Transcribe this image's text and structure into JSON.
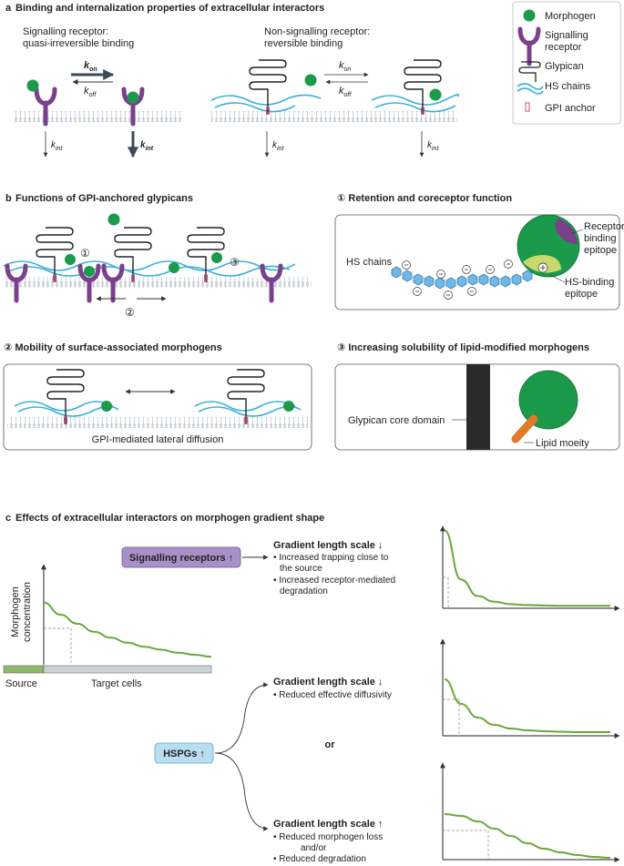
{
  "panel_a": {
    "header_letter": "a",
    "header": "Binding and internalization properties of extracellular interactors",
    "left_title_1": "Signalling receptor:",
    "left_title_2": "quasi-irreversible binding",
    "right_title_1": "Non-signalling receptor:",
    "right_title_2": "reversible binding",
    "k_on": "k",
    "on_sub": "on",
    "k_off": "k",
    "off_sub": "off",
    "k_int": "k",
    "int_sub": "int"
  },
  "legend": [
    {
      "label": "Morphogen",
      "icon": "morphogen-icon"
    },
    {
      "label": "Signalling",
      "label2": "receptor",
      "icon": "receptor-icon"
    },
    {
      "label": "Glypican",
      "icon": "glypican-icon"
    },
    {
      "label": "HS chains",
      "icon": "hs-chain-icon"
    },
    {
      "label": "GPI anchor",
      "icon": "gpi-anchor-icon"
    }
  ],
  "panel_b": {
    "header_letter": "b",
    "header": "Functions of GPI-anchored glypicans",
    "marker1": "①",
    "marker2": "②",
    "marker3": "③",
    "box1_title": "① Retention and coreceptor function",
    "box1_hs": "HS chains",
    "box1_rb_1": "Receptor-",
    "box1_rb_2": "binding",
    "box1_rb_3": "epitope",
    "box1_hsb_1": "HS-binding",
    "box1_hsb_2": "epitope",
    "box2_title": "② Mobility of surface-associated morphogens",
    "box2_caption": "GPI-mediated lateral diffusion",
    "box3_title": "③ Increasing solubility of lipid-modified morphogens",
    "box3_core": "Glypican core domain",
    "box3_lipid": "Lipid moeity"
  },
  "panel_c": {
    "header_letter": "c",
    "header": "Effects of extracellular interactors on morphogen gradient shape",
    "ylabel_1": "Morphogen",
    "ylabel_2": "concentration",
    "source": "Source",
    "target": "Target cells",
    "sig_box": "Signalling receptors ↑",
    "hspg_box": "HSPGs ↑",
    "or": "or",
    "case1_title": "Gradient length scale ↓",
    "case1_b1a": "• Increased trapping close to",
    "case1_b1b": "the source",
    "case1_b2a": "• Increased receptor-mediated",
    "case1_b2b": "degradation",
    "case2_title": "Gradient length scale ↓",
    "case2_b1": "• Reduced effective diffusivity",
    "case3_title": "Gradient length scale ↑",
    "case3_b1": "• Reduced morphogen loss",
    "case3_and": "and/or",
    "case3_b2": "• Reduced degradation"
  },
  "colors": {
    "morphogen": "#1a9a4a",
    "receptor": "#7b3f8c",
    "hs_chain": "#3ab0d8",
    "gpi_anchor": "#d04a8a",
    "curve": "#6aa83a",
    "sig_box": "#a891c8",
    "hspg_box": "#b9def2",
    "source_bar": "#8fb86a",
    "target_bar": "#c9d3d8"
  },
  "chart_data": [
    {
      "type": "line",
      "series": [
        {
          "values": [
            0.62,
            0.5,
            0.41,
            0.33,
            0.27,
            0.22,
            0.18,
            0.15,
            0.12,
            0.1,
            0.08
          ]
        }
      ]
    },
    {
      "type": "line",
      "series": [
        {
          "values": [
            0.95,
            0.35,
            0.15,
            0.08,
            0.05,
            0.04,
            0.035,
            0.03,
            0.03,
            0.03,
            0.03
          ]
        }
      ]
    },
    {
      "type": "line",
      "series": [
        {
          "values": [
            0.62,
            0.35,
            0.2,
            0.12,
            0.08,
            0.06,
            0.05,
            0.045,
            0.04,
            0.04,
            0.04
          ]
        }
      ]
    },
    {
      "type": "line",
      "series": [
        {
          "values": [
            0.5,
            0.48,
            0.42,
            0.34,
            0.26,
            0.18,
            0.12,
            0.08,
            0.05,
            0.03,
            0.02
          ]
        }
      ]
    }
  ]
}
